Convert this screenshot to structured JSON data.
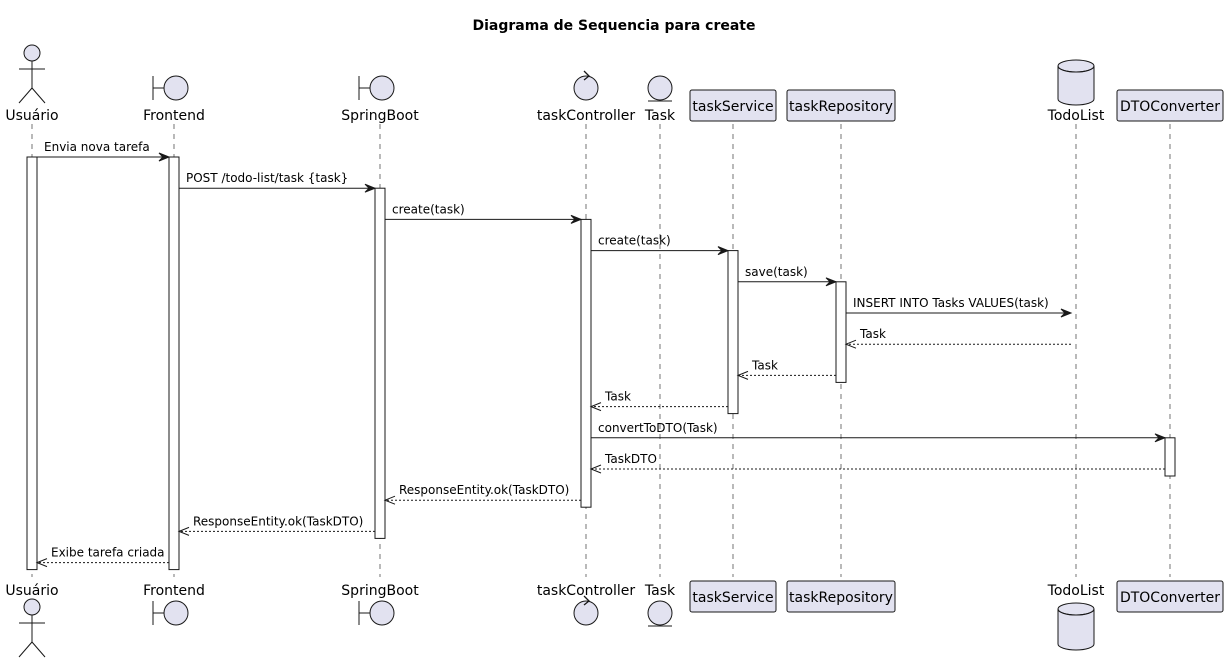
{
  "title": "Diagrama de Sequencia para create",
  "participants": [
    {
      "id": "usuario",
      "label": "Usuário",
      "type": "actor"
    },
    {
      "id": "frontend",
      "label": "Frontend",
      "type": "boundary"
    },
    {
      "id": "springboot",
      "label": "SpringBoot",
      "type": "boundary"
    },
    {
      "id": "taskcontroller",
      "label": "taskController",
      "type": "control"
    },
    {
      "id": "task",
      "label": "Task",
      "type": "entity"
    },
    {
      "id": "taskservice",
      "label": "taskService",
      "type": "participant"
    },
    {
      "id": "taskrepository",
      "label": "taskRepository",
      "type": "participant"
    },
    {
      "id": "todolist",
      "label": "TodoList",
      "type": "database"
    },
    {
      "id": "dtoconverter",
      "label": "DTOConverter",
      "type": "participant"
    }
  ],
  "messages": [
    {
      "from": "usuario",
      "to": "frontend",
      "label": "Envia nova tarefa",
      "kind": "sync"
    },
    {
      "from": "frontend",
      "to": "springboot",
      "label": "POST /todo-list/task {task}",
      "kind": "sync"
    },
    {
      "from": "springboot",
      "to": "taskcontroller",
      "label": "create(task)",
      "kind": "sync"
    },
    {
      "from": "taskcontroller",
      "to": "taskservice",
      "label": "create(task)",
      "kind": "sync"
    },
    {
      "from": "taskservice",
      "to": "taskrepository",
      "label": "save(task)",
      "kind": "sync"
    },
    {
      "from": "taskrepository",
      "to": "todolist",
      "label": "INSERT INTO Tasks VALUES(task)",
      "kind": "sync"
    },
    {
      "from": "todolist",
      "to": "taskrepository",
      "label": "Task",
      "kind": "return"
    },
    {
      "from": "taskrepository",
      "to": "taskservice",
      "label": "Task",
      "kind": "return"
    },
    {
      "from": "taskservice",
      "to": "taskcontroller",
      "label": "Task",
      "kind": "return"
    },
    {
      "from": "taskcontroller",
      "to": "dtoconverter",
      "label": "convertToDTO(Task)",
      "kind": "sync"
    },
    {
      "from": "dtoconverter",
      "to": "taskcontroller",
      "label": "TaskDTO",
      "kind": "return"
    },
    {
      "from": "taskcontroller",
      "to": "springboot",
      "label": "ResponseEntity.ok(TaskDTO)",
      "kind": "return"
    },
    {
      "from": "springboot",
      "to": "frontend",
      "label": "ResponseEntity.ok(TaskDTO)",
      "kind": "return"
    },
    {
      "from": "frontend",
      "to": "usuario",
      "label": "Exibe tarefa criada",
      "kind": "return"
    }
  ],
  "colors": {
    "participant_fill": "#E2E2F0",
    "stroke": "#181818",
    "activation_fill": "#FFFFFF",
    "background": "#FFFFFF"
  }
}
